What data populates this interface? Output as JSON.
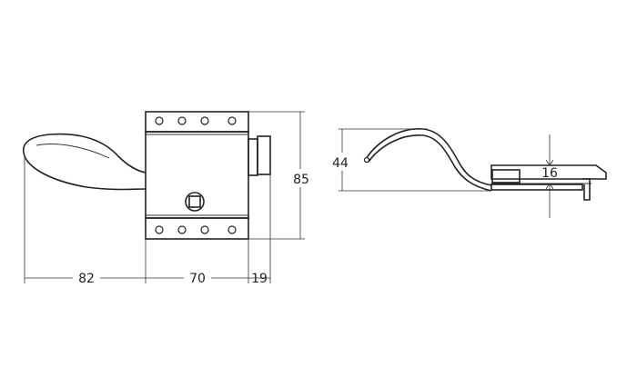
{
  "dimensions": {
    "handle_length": "82",
    "body_width": "70",
    "button_depth": "19",
    "body_height": "85",
    "side_height": "44",
    "plate_height": "16"
  }
}
